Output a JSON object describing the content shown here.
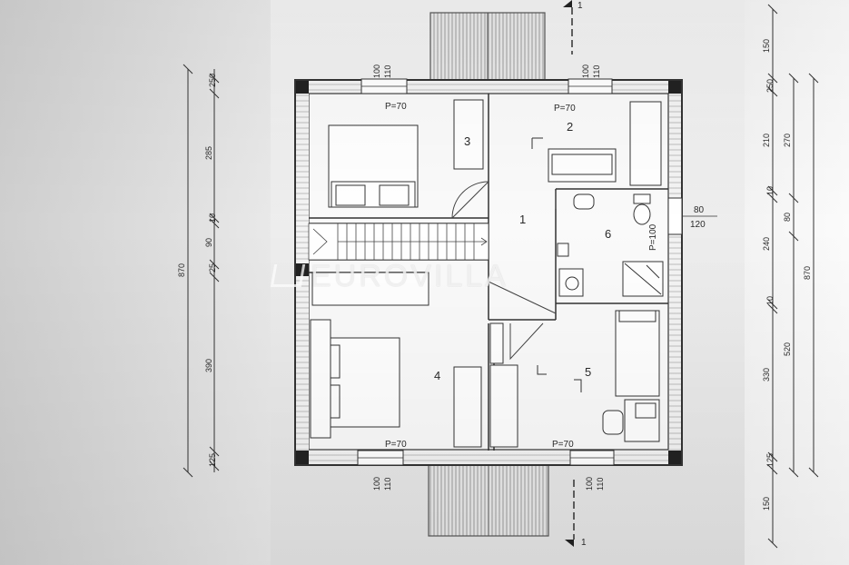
{
  "plan": {
    "section_marker": "1",
    "rooms": [
      {
        "id": "1",
        "label": "1"
      },
      {
        "id": "2",
        "label": "2"
      },
      {
        "id": "3",
        "label": "3"
      },
      {
        "id": "4",
        "label": "4"
      },
      {
        "id": "5",
        "label": "5"
      },
      {
        "id": "6",
        "label": "6"
      }
    ],
    "window_labels": {
      "w_room3": "P=70",
      "w_room2": "P=70",
      "w_room4": "P=70",
      "w_room5": "P=70",
      "w_bath": "P=100"
    },
    "opening_dims": {
      "top_left": [
        "100",
        "110"
      ],
      "top_right": [
        "100",
        "110"
      ],
      "bottom_left": [
        "100",
        "110"
      ],
      "bottom_right": [
        "100",
        "110"
      ],
      "bath_side": [
        "80",
        "120"
      ]
    },
    "dims_left": {
      "total": "870",
      "segments": [
        "250",
        "285",
        "10",
        "90",
        "25",
        "390",
        "125"
      ]
    },
    "dims_right_inner": {
      "segments": [
        "150",
        "250",
        "210",
        "10",
        "240",
        "10",
        "330",
        "125",
        "150"
      ]
    },
    "dims_right_mid": {
      "segments": [
        "270",
        "80",
        "520"
      ]
    },
    "dims_right_outer": {
      "total": "870"
    }
  },
  "watermark": "EUROVILLA"
}
